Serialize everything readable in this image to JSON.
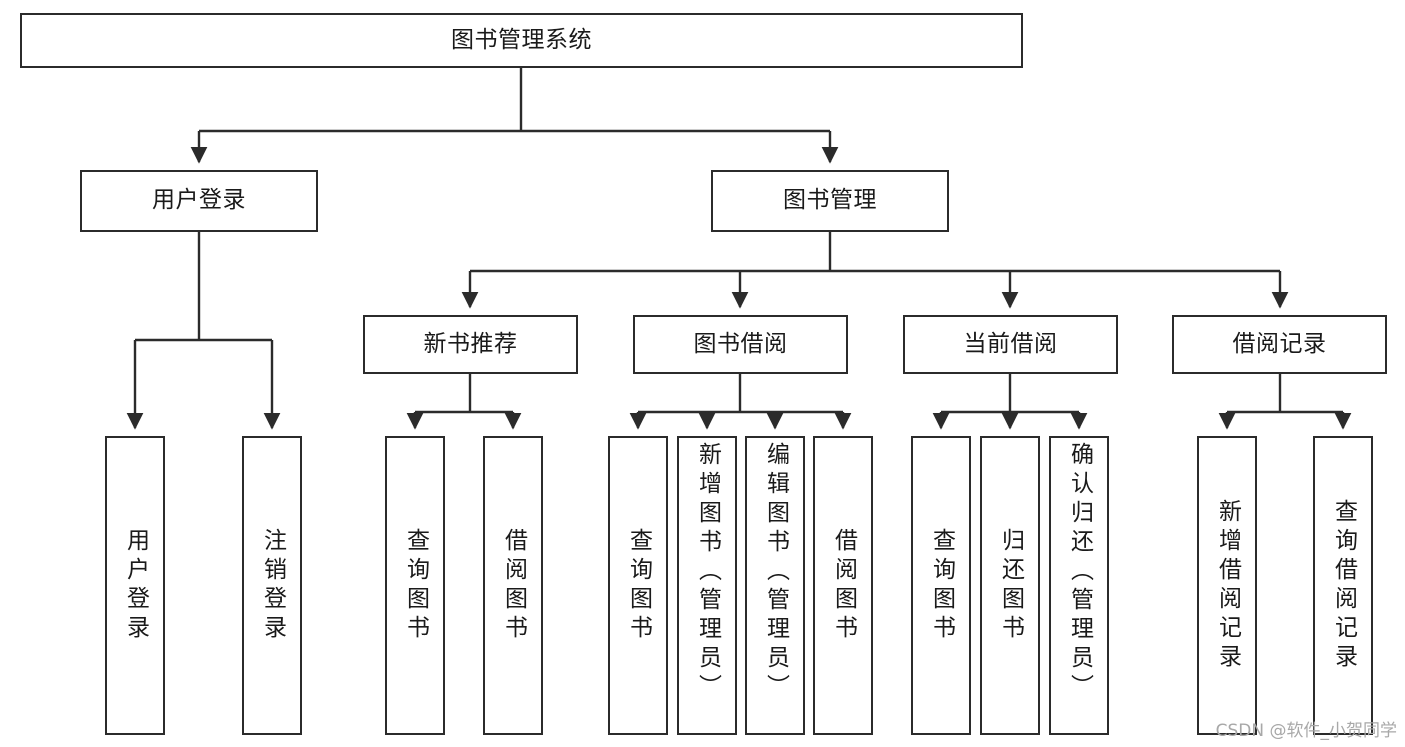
{
  "diagram": {
    "title": "图书管理系统",
    "type": "tree-hierarchy-diagram",
    "colors": {
      "box_border": "#2b2b2b",
      "box_fill": "#ffffff",
      "line": "#2b2b2b",
      "text": "#1a1a1a",
      "watermark": "#a8a8a8",
      "background": "#ffffff"
    },
    "root": {
      "label": "图书管理系统"
    },
    "level2": [
      {
        "label": "用户登录"
      },
      {
        "label": "图书管理"
      }
    ],
    "level3": [
      {
        "label": "新书推荐"
      },
      {
        "label": "图书借阅"
      },
      {
        "label": "当前借阅"
      },
      {
        "label": "借阅记录"
      }
    ],
    "leaves": {
      "user_login": [
        {
          "label": "用户登录"
        },
        {
          "label": "注销登录"
        }
      ],
      "new_book_recommend": [
        {
          "label": "查询图书"
        },
        {
          "label": "借阅图书"
        }
      ],
      "book_borrow": [
        {
          "label": "查询图书"
        },
        {
          "label": "新增图书（管理员）"
        },
        {
          "label": "编辑图书（管理员）"
        },
        {
          "label": "借阅图书"
        }
      ],
      "current_borrow": [
        {
          "label": "查询图书"
        },
        {
          "label": "归还图书"
        },
        {
          "label": "确认归还（管理员）"
        }
      ],
      "borrow_record": [
        {
          "label": "新增借阅记录"
        },
        {
          "label": "查询借阅记录"
        }
      ]
    }
  },
  "watermark": {
    "text": "CSDN @软件_小贺同学"
  }
}
